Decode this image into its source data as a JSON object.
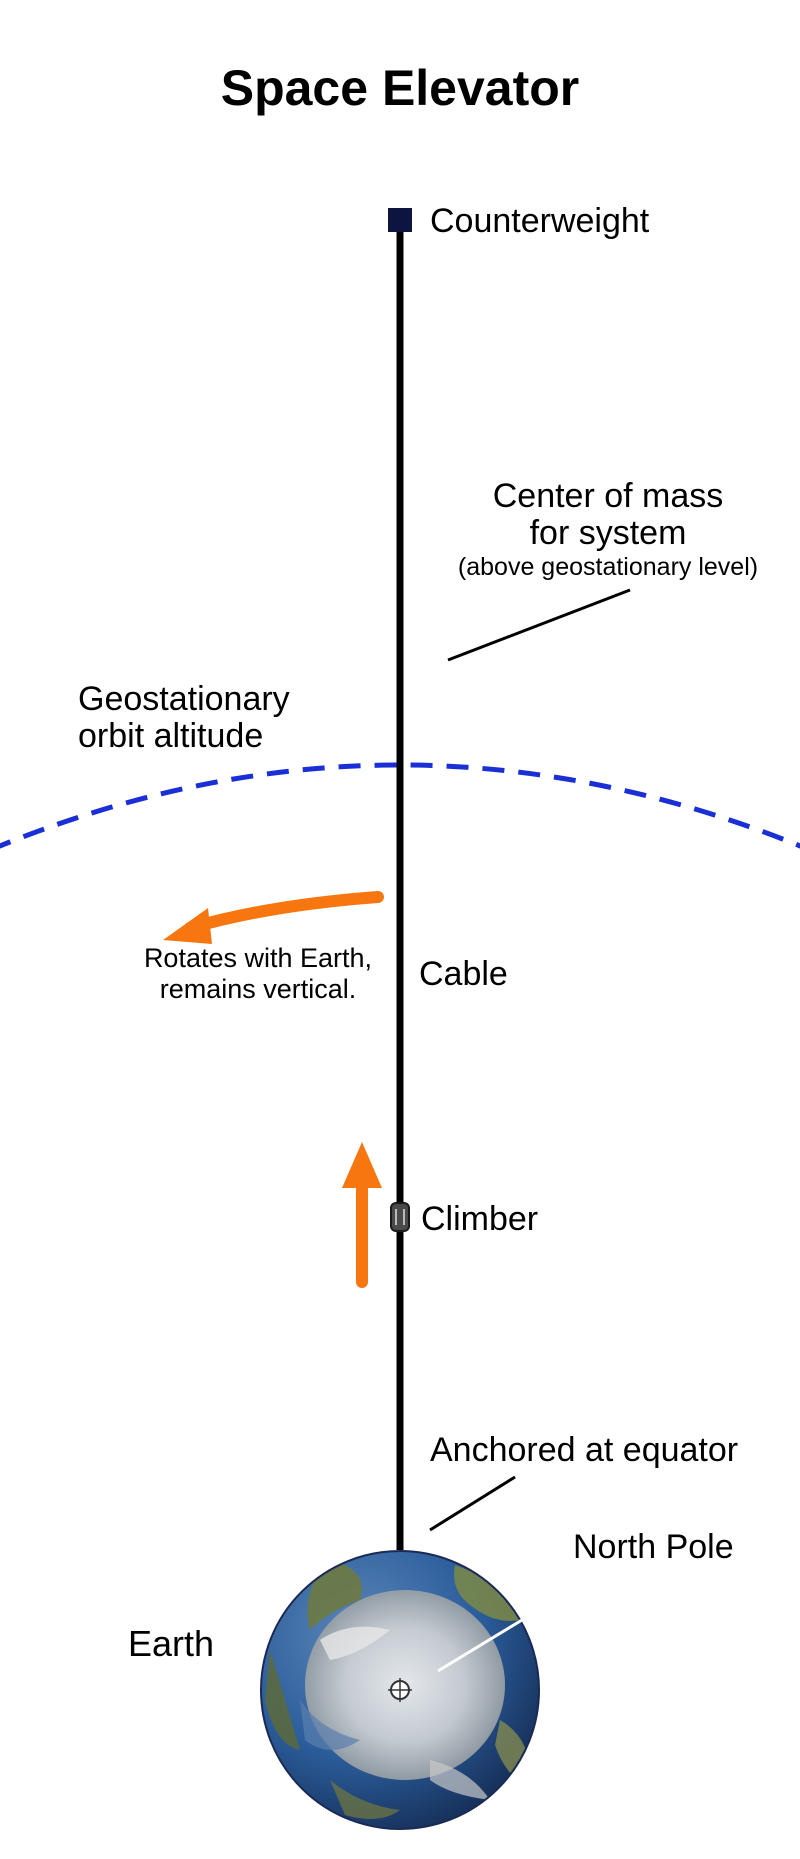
{
  "title": "Space Elevator",
  "labels": {
    "counterweight": "Counterweight",
    "center_of_mass_line1": "Center of mass",
    "center_of_mass_line2": "for system",
    "center_of_mass_note": "(above geostationary level)",
    "geo_line1": "Geostationary",
    "geo_line2": "orbit altitude",
    "rotates_line1": "Rotates with Earth,",
    "rotates_line2": "remains vertical.",
    "cable": "Cable",
    "climber": "Climber",
    "anchored": "Anchored at equator",
    "north_pole": "North Pole",
    "earth": "Earth"
  },
  "colors": {
    "cable": "#000000",
    "counterweight": "#0d1440",
    "orbit_dash": "#1a2fd6",
    "arrow": "#f7760f",
    "climber": "#4a4a4a",
    "ocean": "#2b5d9b",
    "ice": "#d8d8d8"
  },
  "icons": {
    "counterweight": "square-block",
    "climber": "capsule",
    "earth": "globe-north-pole-view",
    "arrow_rotation": "curved-arrow-left",
    "arrow_ascent": "arrow-up"
  }
}
